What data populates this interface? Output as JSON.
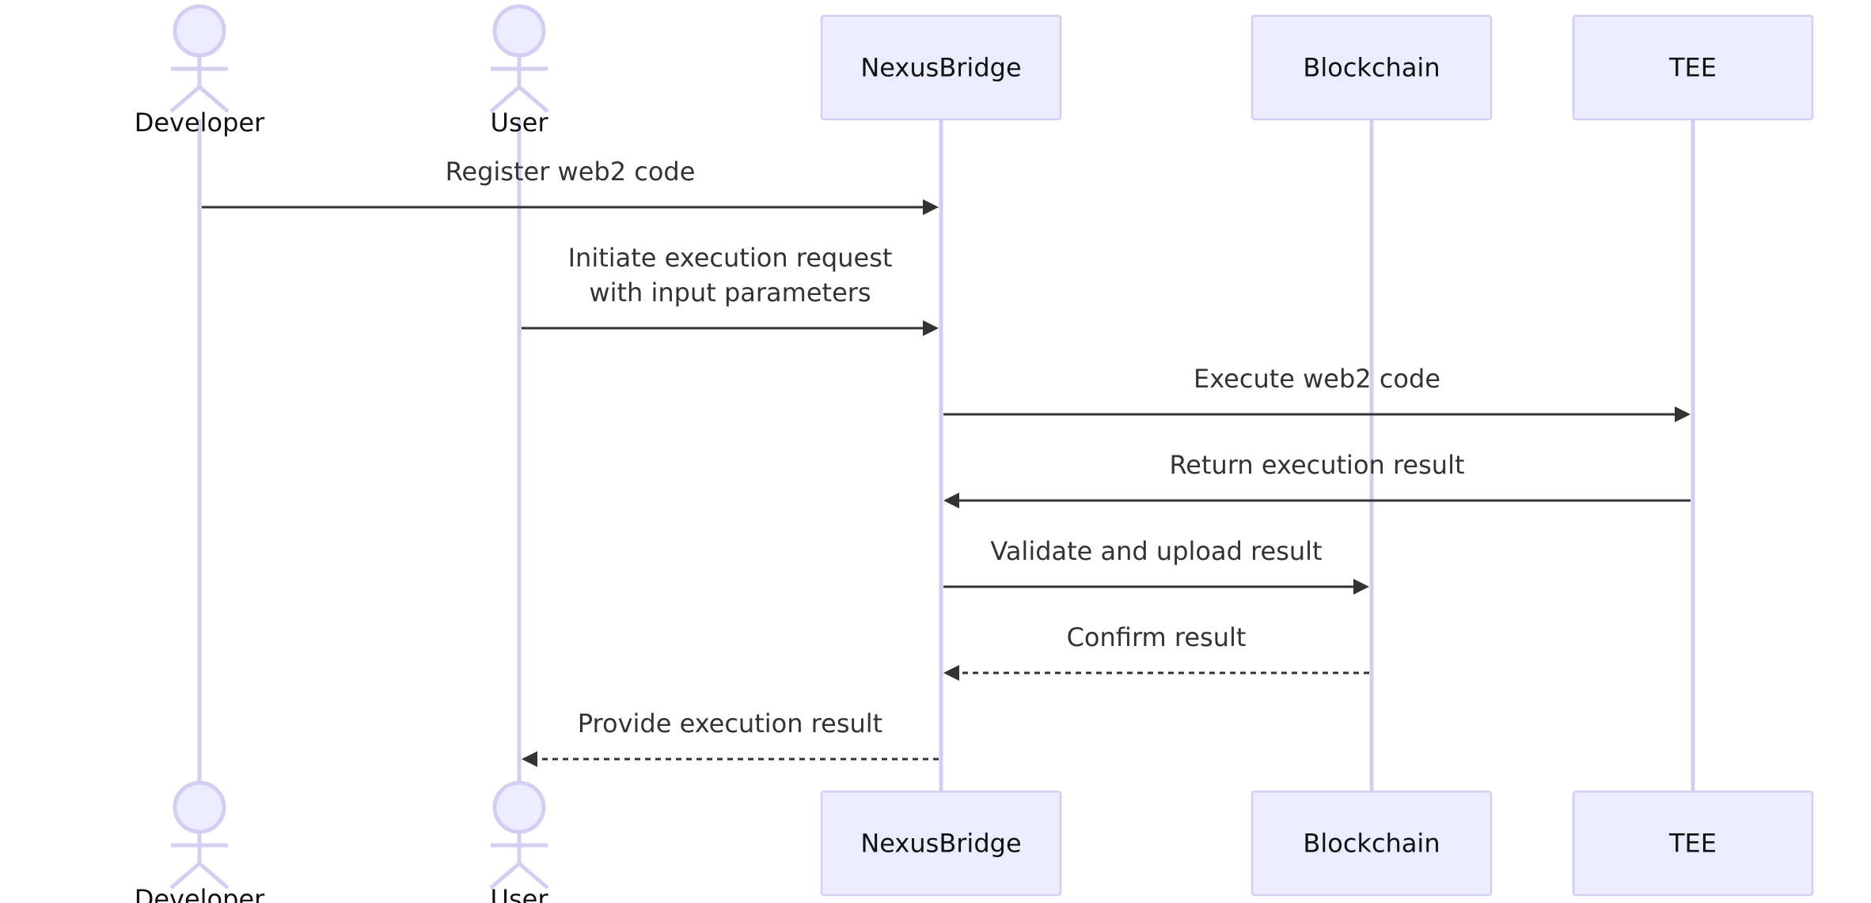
{
  "colors": {
    "box_fill": "#ececff",
    "box_stroke": "#d5cdf2",
    "lifeline": "#d3cdf0",
    "message": "#333333",
    "text": "#111111"
  },
  "participants": [
    {
      "id": "developer",
      "label": "Developer",
      "kind": "actor"
    },
    {
      "id": "user",
      "label": "User",
      "kind": "actor"
    },
    {
      "id": "nexusbridge",
      "label": "NexusBridge",
      "kind": "participant"
    },
    {
      "id": "blockchain",
      "label": "Blockchain",
      "kind": "participant"
    },
    {
      "id": "tee",
      "label": "TEE",
      "kind": "participant"
    }
  ],
  "messages": [
    {
      "from": "developer",
      "to": "nexusbridge",
      "lines": [
        "Register web2 code"
      ],
      "style": "solid"
    },
    {
      "from": "user",
      "to": "nexusbridge",
      "lines": [
        "Initiate execution request",
        "with input parameters"
      ],
      "style": "solid"
    },
    {
      "from": "nexusbridge",
      "to": "tee",
      "lines": [
        "Execute web2 code"
      ],
      "style": "solid"
    },
    {
      "from": "tee",
      "to": "nexusbridge",
      "lines": [
        "Return execution result"
      ],
      "style": "solid"
    },
    {
      "from": "nexusbridge",
      "to": "blockchain",
      "lines": [
        "Validate and upload result"
      ],
      "style": "solid"
    },
    {
      "from": "blockchain",
      "to": "nexusbridge",
      "lines": [
        "Confirm result"
      ],
      "style": "dashed"
    },
    {
      "from": "nexusbridge",
      "to": "user",
      "lines": [
        "Provide execution result"
      ],
      "style": "dashed"
    }
  ]
}
